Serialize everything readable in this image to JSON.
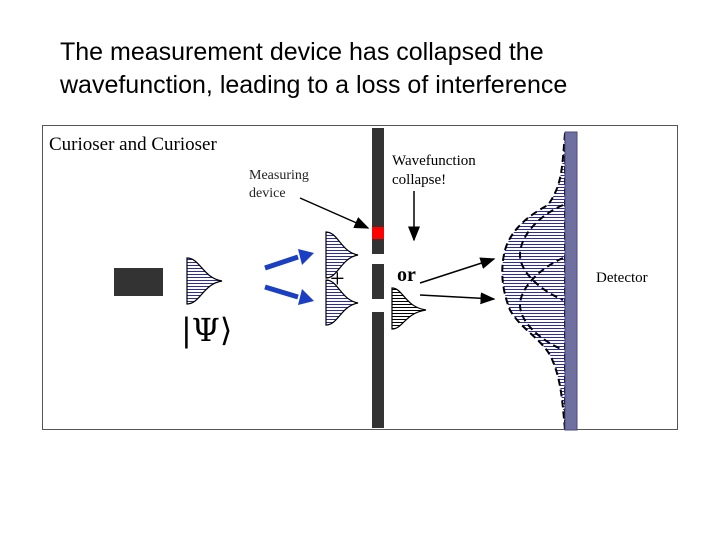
{
  "title": {
    "line1": "The measurement device has collapsed the",
    "line2": "wavefunction, leading to a loss of interference"
  },
  "panel": {
    "subtitle": "Curioser and Curioser",
    "measuring_device": {
      "line1": "Measuring",
      "line2": "device"
    },
    "wavefunction_collapse": {
      "line1": "Wavefunction",
      "line2": "collapse!"
    },
    "plus": "+",
    "or": "or",
    "detector": "Detector",
    "ket": "|Ψ⟩"
  },
  "colors": {
    "barrier": "#333333",
    "detector_screen": "#6f6fa0",
    "source": "#333333",
    "arrows_blue": "#1a3fc4",
    "sensor_red": "#ff0000",
    "hatch_blue": "#2a2ab0"
  }
}
